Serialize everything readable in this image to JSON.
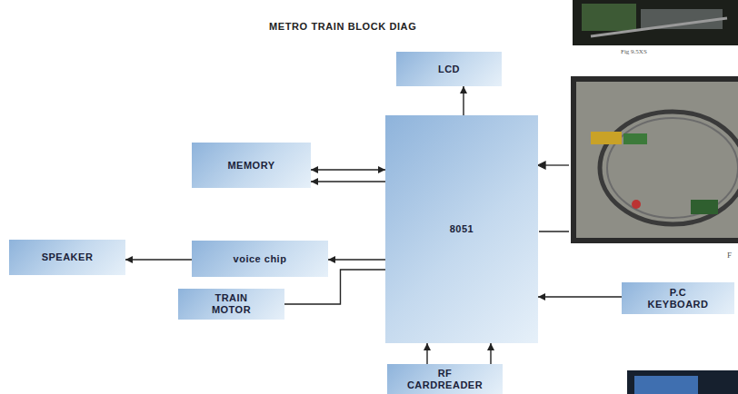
{
  "diagram": {
    "title": "METRO TRAIN BLOCK DIAG",
    "nodes": [
      {
        "text": [
          "LCD"
        ]
      },
      {
        "text": [
          "MEMORY"
        ]
      },
      {
        "text": [
          "8051"
        ]
      },
      {
        "text": [
          "SPEAKER"
        ]
      },
      {
        "text": [
          "voice chip"
        ]
      },
      {
        "text": [
          "TRAIN MOTOR"
        ]
      },
      {
        "text": [
          "P.C KEYBOARD"
        ]
      },
      {
        "text": [
          "RF CARDREADER"
        ]
      }
    ],
    "edges": [
      {
        "from": 2,
        "to": 1,
        "arrow": "both"
      },
      {
        "from": 2,
        "to": 1,
        "arrow": "to"
      },
      {
        "from": 2,
        "to": 0,
        "arrow": "to"
      },
      {
        "from": 2,
        "to": 4,
        "arrow": "to"
      },
      {
        "from": 4,
        "to": 3,
        "arrow": "to"
      },
      {
        "from": 2,
        "to": 5,
        "arrow": "none"
      },
      {
        "from": 6,
        "to": 2,
        "arrow": "to"
      },
      {
        "from": 7,
        "to": 2,
        "arrow": "to"
      },
      {
        "from": 7,
        "to": 2,
        "arrow": "to"
      }
    ],
    "labels": [
      "Fig 9.5XS",
      "F"
    ]
  }
}
